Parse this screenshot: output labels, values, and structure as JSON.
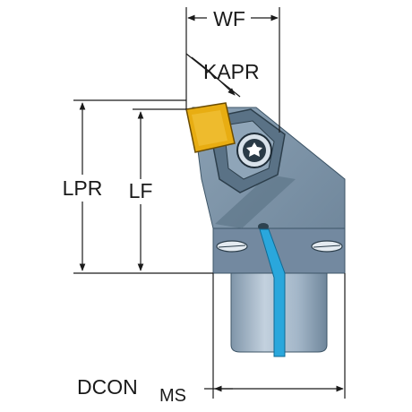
{
  "labels": {
    "wf": "WF",
    "kapr": "KAPR",
    "lpr": "LPR",
    "lf": "LF",
    "dcon": "DCON",
    "dcon_sub": "MS"
  },
  "colors": {
    "body": "#7d94a8",
    "body_dark": "#4f6779",
    "insert": "#e8ad12",
    "coolant": "#2aa7dc",
    "shank": "#9fb3c6",
    "line": "#1a1a1a"
  }
}
